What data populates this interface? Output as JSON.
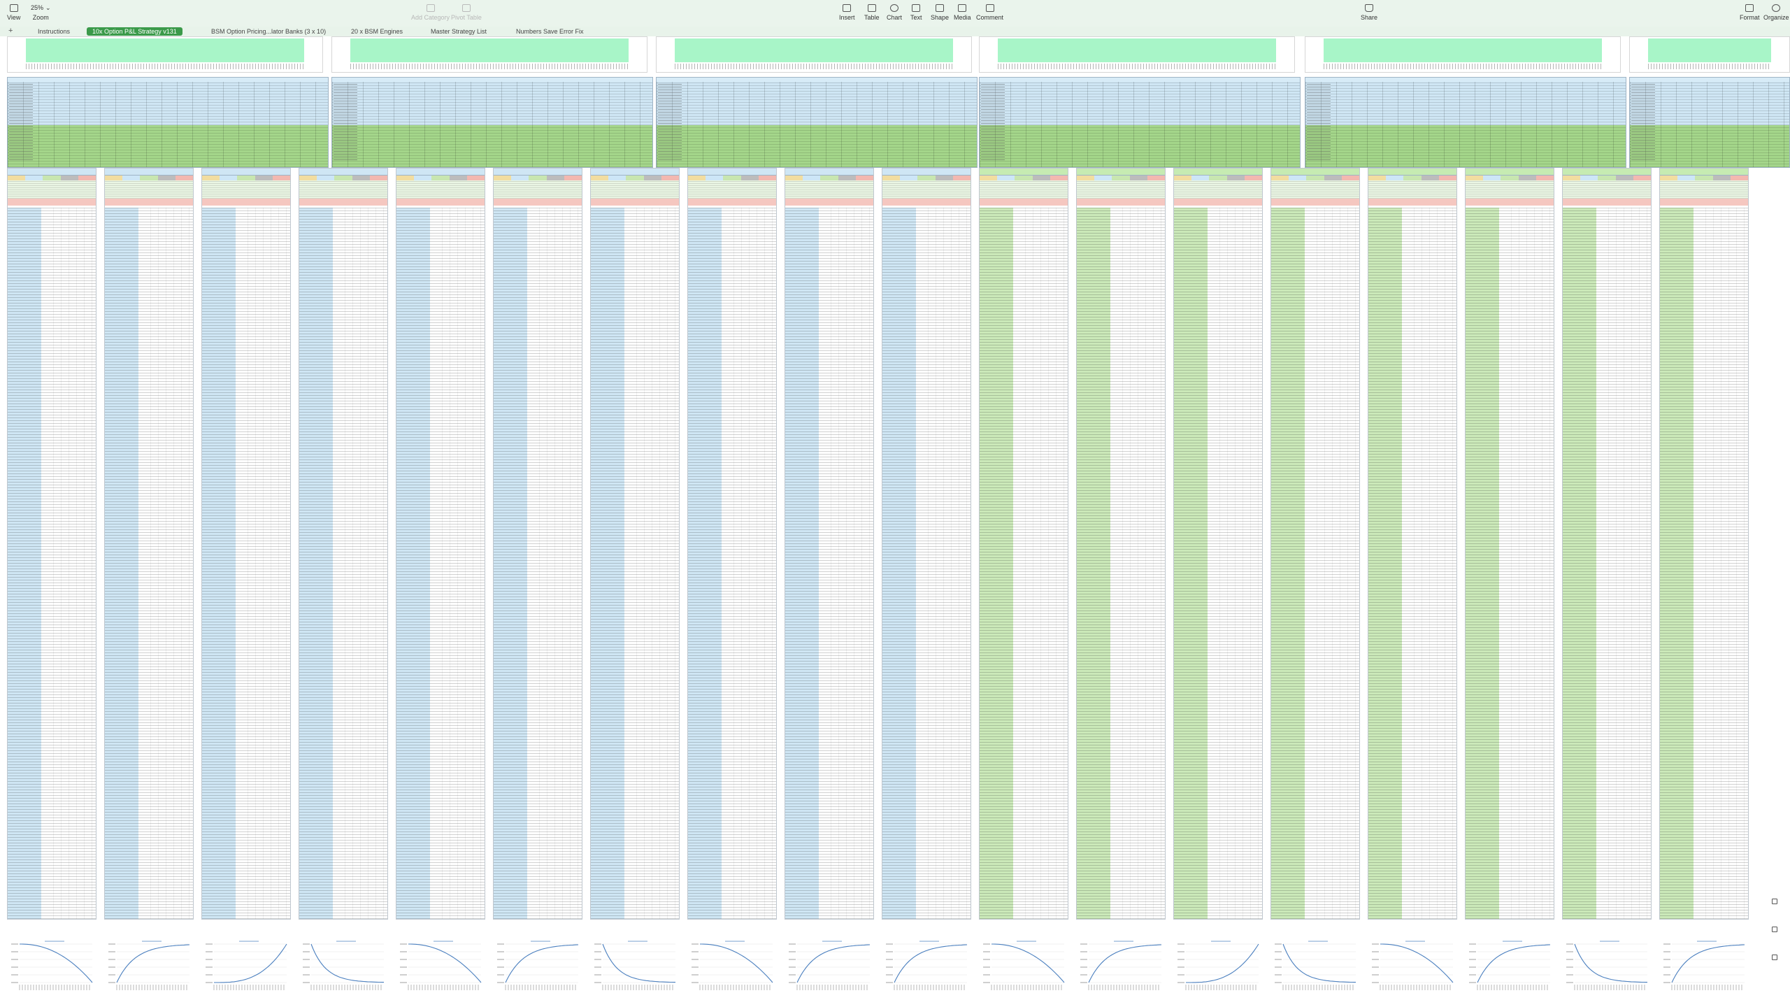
{
  "toolbar": {
    "view_label": "View",
    "zoom_value": "25%",
    "zoom_label": "Zoom",
    "add_category_label": "Add Category",
    "pivot_table_label": "Pivot Table",
    "insert_label": "Insert",
    "table_label": "Table",
    "chart_label": "Chart",
    "text_label": "Text",
    "shape_label": "Shape",
    "media_label": "Media",
    "comment_label": "Comment",
    "share_label": "Share",
    "format_label": "Format",
    "organize_label": "Organize"
  },
  "tabs": [
    {
      "label": "Instructions"
    },
    {
      "label": "10x Option P&L Strategy v131"
    },
    {
      "label": "BSM Option Pricing...lator Banks (3 x 10)"
    },
    {
      "label": "20 x BSM Engines"
    },
    {
      "label": "Master Strategy List"
    },
    {
      "label": "Numbers Save Error Fix"
    }
  ],
  "active_tab_index": 1,
  "colors": {
    "accent_tab": "#3b9a4a",
    "toolbar_bg": "#eaf4ec",
    "chart_fill": "#a8f5c8",
    "model_blue": "#cfe6f4",
    "model_green": "#a4d68a",
    "line_blue": "#4a7fbf"
  },
  "icons": [
    "sidebar-icon",
    "chevron-down-icon",
    "insert-icon",
    "table-icon",
    "chart-icon",
    "text-icon",
    "shape-icon",
    "media-icon",
    "comment-icon",
    "share-icon",
    "format-icon",
    "organize-icon",
    "plus-icon"
  ]
}
